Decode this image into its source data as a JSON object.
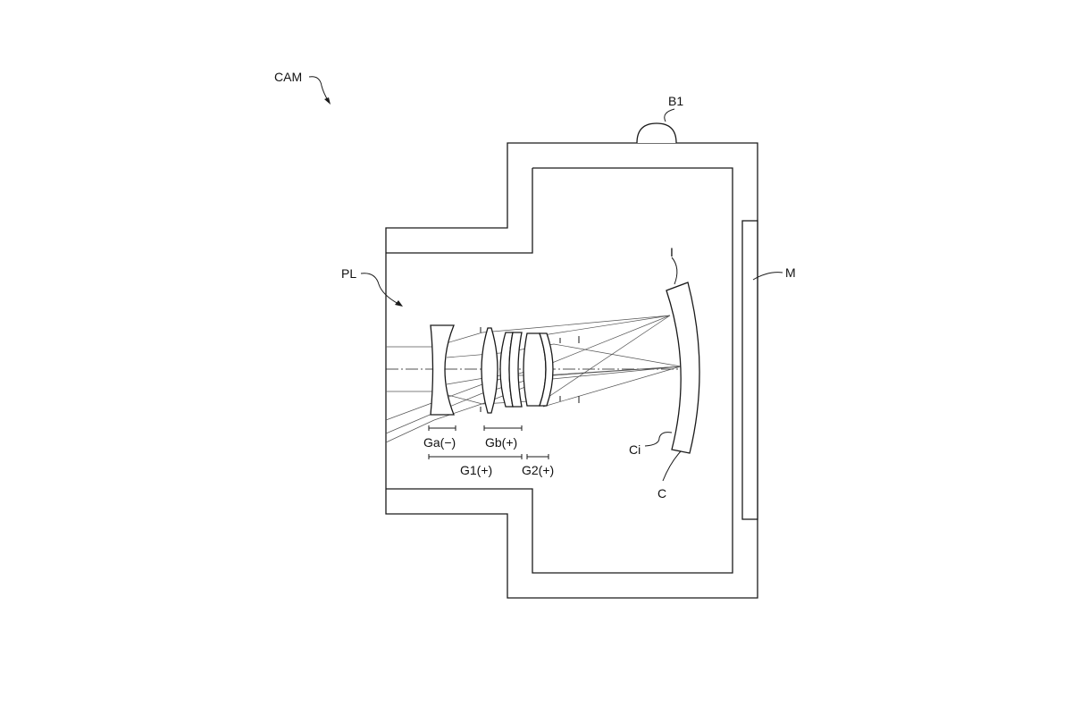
{
  "labels": {
    "camera": "CAM",
    "button": "B1",
    "monitor": "M",
    "lens": "PL",
    "image_plane": "I",
    "curved_surface": "Ci",
    "sensor": "C",
    "group_a": "Ga(−)",
    "group_b": "Gb(+)",
    "group_1": "G1(+)",
    "group_2": "G2(+)"
  },
  "colors": {
    "line": "#1a1a1a",
    "ray": "#555555"
  }
}
